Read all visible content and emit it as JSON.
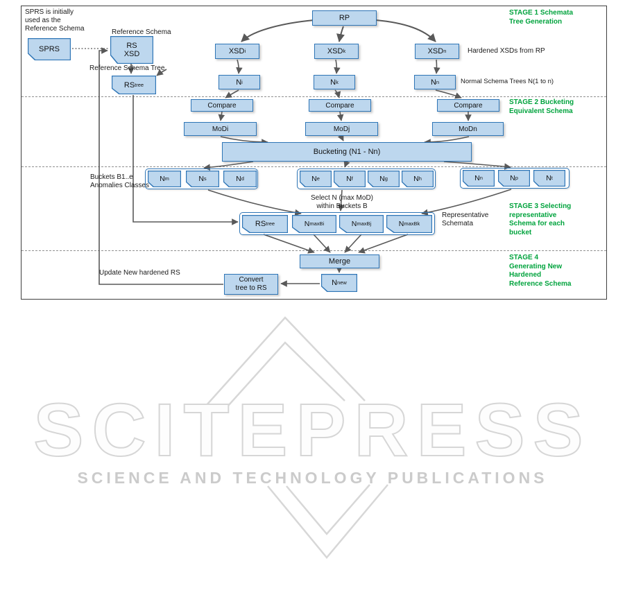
{
  "colors": {
    "box_fill": "#bdd7ee",
    "box_border": "#2e75b6",
    "stage_green": "#00a33d",
    "arrow_gray": "#595959",
    "watermark_gray": "#d7d7d7"
  },
  "figure": {
    "stage1": {
      "stage_label_lines": [
        "STAGE 1 Schemata",
        "Tree Generation"
      ],
      "sprs_note_lines": [
        "SPRS is initially",
        "used as the",
        "Reference Schema"
      ],
      "reference_schema_label": "Reference Schema",
      "reference_schema_tree_label": "Reference Schema Tree",
      "sprs": "SPRS",
      "rs_xsd_lines": [
        "RS",
        "XSD"
      ],
      "rs_tree": {
        "base": "RS",
        "sub": "tree"
      },
      "rp": "RP",
      "xsd_nodes": [
        {
          "base": "XSD",
          "sub": "i"
        },
        {
          "base": "XSD",
          "sub": "k"
        },
        {
          "base": "XSD",
          "sub": "n"
        }
      ],
      "n_nodes": [
        {
          "base": "N",
          "sub": "i"
        },
        {
          "base": "N",
          "sub": "k"
        },
        {
          "base": "N",
          "sub": "n"
        }
      ],
      "hardened_label": "Hardened XSDs from RP",
      "normal_label": "Normal Schema Trees N(1 to n)"
    },
    "stage2": {
      "stage_label_lines": [
        "STAGE 2 Bucketing",
        "Equivalent Schema"
      ],
      "compare_label": "Compare",
      "mod_nodes": [
        "MoDi",
        "MoDj",
        "MoDn"
      ],
      "bucketing_label": "Bucketing (N1 - Nn)"
    },
    "stage3": {
      "stage_label_lines": [
        "STAGE 3 Selecting",
        "representative",
        "Schema for each",
        "bucket"
      ],
      "buckets_note_lines": [
        "Buckets B1..e",
        "Anomalies Classes"
      ],
      "select_note_lines": [
        "Select N (max MoD)",
        "within Buckets B"
      ],
      "bucket1_nodes": [
        {
          "base": "N",
          "sub": "m"
        },
        {
          "base": "N",
          "sub": "s"
        },
        {
          "base": "N",
          "sub": "d"
        }
      ],
      "bucket2_nodes": [
        {
          "base": "N",
          "sub": "e"
        },
        {
          "base": "N",
          "sub": "f"
        },
        {
          "base": "N",
          "sub": "g"
        },
        {
          "base": "N",
          "sub": "h"
        }
      ],
      "bucket3_nodes": [
        {
          "base": "N",
          "sub": "n"
        },
        {
          "base": "N",
          "sub": "p"
        },
        {
          "base": "N",
          "sub": "t"
        }
      ],
      "representative_nodes": [
        {
          "base": "RS",
          "sub": "tree"
        },
        {
          "base": "N",
          "sub": "maxBi"
        },
        {
          "base": "N",
          "sub": "maxBj"
        },
        {
          "base": "N",
          "sub": "maxBk"
        }
      ],
      "representative_note_lines": [
        "Representative",
        "Schemata"
      ]
    },
    "stage4": {
      "stage_label_lines": [
        "STAGE 4",
        "Generating New",
        "Hardened",
        "Reference Schema"
      ],
      "merge_label": "Merge",
      "n_new": {
        "base": "N",
        "sub": "new"
      },
      "convert_lines": [
        "Convert",
        "tree to RS"
      ],
      "update_label": "Update New hardened RS"
    }
  },
  "watermark": {
    "brand": "SCITEPRESS",
    "tagline": "SCIENCE AND TECHNOLOGY PUBLICATIONS"
  }
}
